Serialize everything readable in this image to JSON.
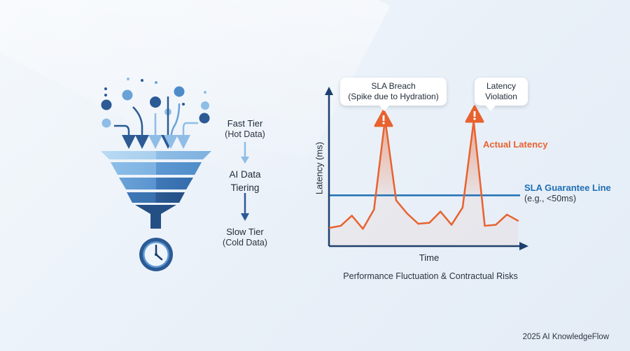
{
  "tiers": {
    "fast_title": "Fast Tier",
    "fast_sub": "(Hot Data)",
    "ai_line1": "AI Data",
    "ai_line2": "Tiering",
    "slow_title": "Slow Tier",
    "slow_sub": "(Cold Data)"
  },
  "chart": {
    "ylabel": "Latency (ms)",
    "xlabel": "Time",
    "callout_breach_title": "SLA Breach",
    "callout_breach_sub": "(Spike due to Hydration)",
    "callout_violation_line1": "Latency",
    "callout_violation_line2": "Violation",
    "actual_label": "Actual Latency",
    "sla_label": "SLA Guarantee Line",
    "sla_note": "(e.g., <50ms)",
    "caption": "Performance Fluctuation & Contractual Risks"
  },
  "footer": "2025 AI KnowledgeFlow",
  "colors": {
    "actual": "#e8622e",
    "sla": "#1f6fb5",
    "funnel_dark": "#2b5a94",
    "funnel_light": "#8fbde6"
  },
  "chart_data": {
    "type": "line",
    "title": "",
    "xlabel": "Time",
    "ylabel": "Latency (ms)",
    "series": [
      {
        "name": "Actual Latency",
        "values": [
          18,
          20,
          30,
          17,
          36,
          125,
          45,
          32,
          22,
          23,
          34,
          21,
          38,
          123,
          20,
          21,
          31,
          25
        ]
      }
    ],
    "sla_line": {
      "name": "SLA Guarantee Line",
      "value": 50
    },
    "ylim": [
      0,
      150
    ],
    "grid": false,
    "annotations": [
      {
        "text": "SLA Breach",
        "point_index": 5
      },
      {
        "text": "Latency Violation",
        "point_index": 13
      }
    ]
  }
}
